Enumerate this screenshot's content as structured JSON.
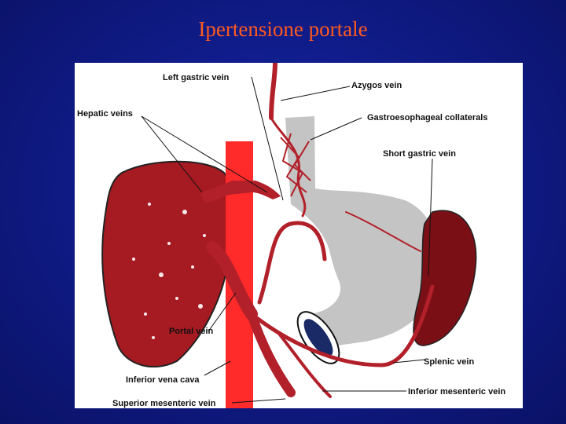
{
  "slide": {
    "title": "Ipertensione portale"
  },
  "colors": {
    "background": "#101c8a",
    "title": "#ff5a1f",
    "liver": "#a61a22",
    "vena_cava": "#ff2a2a",
    "portal_veins": "#b2202a",
    "stomach": "#c4c4c4",
    "spleen": "#7a1016"
  },
  "labels": {
    "left_gastric_vein": "Left gastric vein",
    "azygos_vein": "Azygos vein",
    "hepatic_veins": "Hepatic veins",
    "gastroesophageal_collaterals": "Gastroesophageal collaterals",
    "short_gastric_vein": "Short gastric vein",
    "portal_vein": "Portal vein",
    "splenic_vein": "Splenic vein",
    "inferior_vena_cava": "Inferior vena cava",
    "inferior_mesenteric_vein": "Inferior mesenteric vein",
    "superior_mesenteric_vein": "Superior mesenteric vein"
  }
}
